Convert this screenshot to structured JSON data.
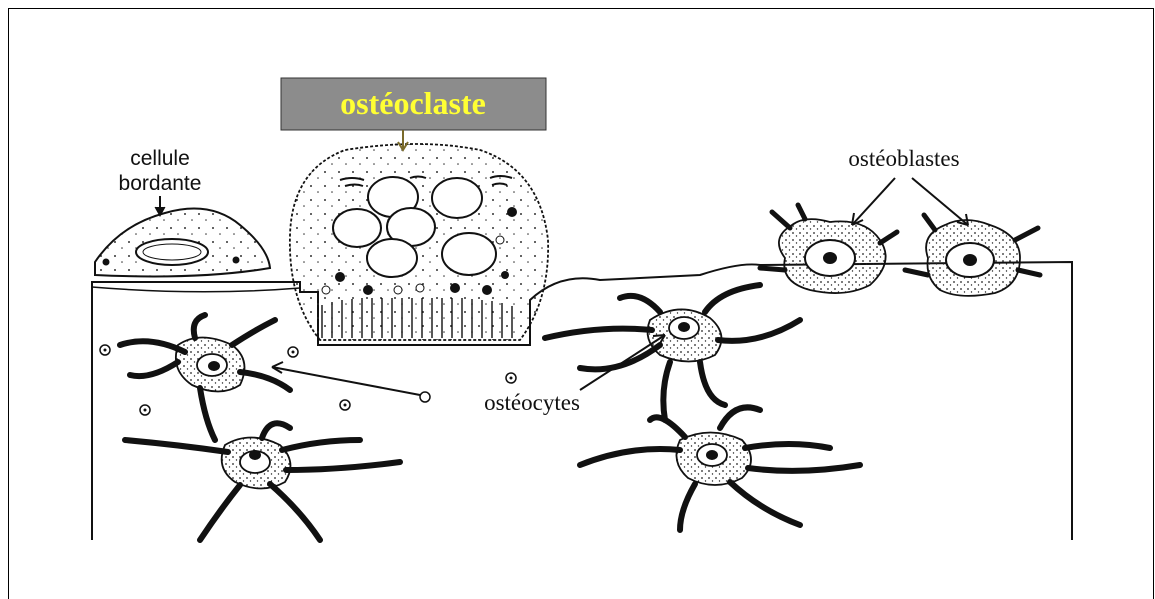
{
  "diagram": {
    "labels": {
      "osteoclaste": "ostéoclaste",
      "cellule_line1": "cellule",
      "cellule_line2": "bordante",
      "osteoblastes": "ostéoblastes",
      "osteocytes": "ostéocytes"
    },
    "colors": {
      "title_box_fill": "#8c8c8c",
      "title_text": "#ffff33",
      "ink": "#111111",
      "background": "#ffffff"
    }
  }
}
